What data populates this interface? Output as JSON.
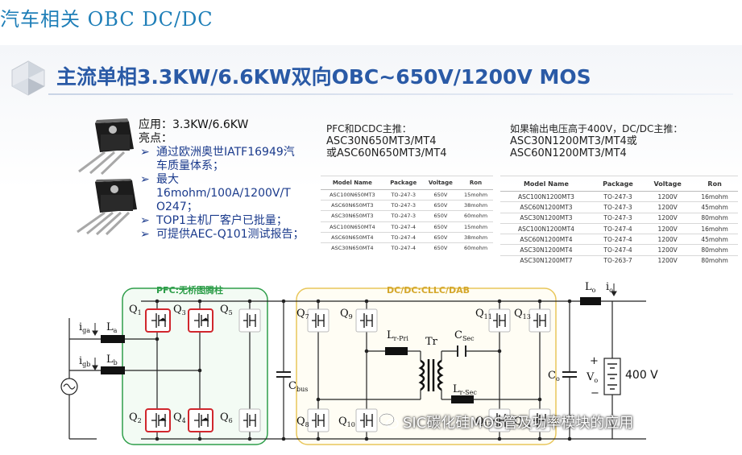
{
  "header": {
    "title": "汽车相关 OBC DC/DC"
  },
  "slide": {
    "title": "主流单相3.3KW/6.6KW双向OBC~650V/1200V MOS"
  },
  "apps": {
    "application": "应用：3.3KW/6.6KW",
    "highlights_label": "亮点：",
    "bullets": [
      [
        "通过欧洲奥世IATF16949汽",
        "车质量体系；"
      ],
      [
        "最大",
        "16mohm/100A/1200V/T",
        "O247；"
      ],
      [
        "TOP1主机厂客户已批量；"
      ],
      [
        "可提供AEC-Q101测试报告；"
      ]
    ]
  },
  "note_650": {
    "lines": [
      "PFC和DCDC主推：",
      "ASC30N650MT3/MT4",
      "或ASC60N650MT3/MT4"
    ]
  },
  "note_1200": {
    "lines": [
      "如果输出电压高于400V，DC/DC主推：",
      "ASC30N1200MT3/MT4或",
      "ASC60N1200MT3/MT4"
    ]
  },
  "table_650": {
    "headers": [
      "Model Name",
      "Package",
      "Voltage",
      "Ron"
    ],
    "rows": [
      [
        "ASC100N650MT3",
        "TO-247-3",
        "650V",
        "15mohm"
      ],
      [
        "ASC60N650MT3",
        "TO-247-3",
        "650V",
        "38mohm"
      ],
      [
        "ASC30N650MT3",
        "TO-247-3",
        "650V",
        "60mohm"
      ],
      [
        "ASC100N650MT4",
        "TO-247-4",
        "650V",
        "15mohm"
      ],
      [
        "ASC60N650MT4",
        "TO-247-4",
        "650V",
        "38mohm"
      ],
      [
        "ASC30N650MT4",
        "TO-247-4",
        "650V",
        "60mohm"
      ]
    ]
  },
  "table_1200": {
    "headers": [
      "Model Name",
      "Package",
      "Voltage",
      "Ron"
    ],
    "rows": [
      [
        "ASC100N1200MT3",
        "TO-247-3",
        "1200V",
        "16mohm"
      ],
      [
        "ASC60N1200MT3",
        "TO-247-3",
        "1200V",
        "45mohm"
      ],
      [
        "ASC30N1200MT3",
        "TO-247-3",
        "1200V",
        "80mohm"
      ],
      [
        "ASC100N1200MT4",
        "TO-247-4",
        "1200V",
        "16mohm"
      ],
      [
        "ASC60N1200MT4",
        "TO-247-4",
        "1200V",
        "45mohm"
      ],
      [
        "ASC30N1200MT4",
        "TO-247-4",
        "1200V",
        "80mohm"
      ],
      [
        "ASC30N1200MT7",
        "TO-263-7",
        "1200V",
        "80mohm"
      ]
    ]
  },
  "circuit": {
    "pfc_label": "PFC:无桥图腾柱",
    "dcdc_label": "DC/DC:CLLC/DAB",
    "i_ga": "i",
    "i_ga_sub": "ga",
    "i_gb": "i",
    "i_gb_sub": "gb",
    "l_a": "L",
    "l_a_sub": "a",
    "l_b": "L",
    "l_b_sub": "b",
    "q1": "Q",
    "q1_sub": "1",
    "q2": "Q",
    "q2_sub": "2",
    "q3": "Q",
    "q3_sub": "3",
    "q4": "Q",
    "q4_sub": "4",
    "q5": "Q",
    "q5_sub": "5",
    "q6": "Q",
    "q6_sub": "6",
    "q7": "Q",
    "q7_sub": "7",
    "q8": "Q",
    "q8_sub": "8",
    "q9": "Q",
    "q9_sub": "9",
    "q10": "Q",
    "q10_sub": "10",
    "q11": "Q",
    "q11_sub": "11",
    "q12": "Q",
    "q12_sub": "12",
    "q13": "Q",
    "q13_sub": "13",
    "q14": "Q",
    "q14_sub": "14",
    "c_bus": "C",
    "c_bus_sub": "bus",
    "l_rpri": "L",
    "l_rpri_sub": "r-Pri",
    "tr": "Tr",
    "c_sec": "C",
    "c_sec_sub": "Sec",
    "l_rsec": "L",
    "l_rsec_sub": "r-Sec",
    "l_o": "L",
    "l_o_sub": "o",
    "i_o": "i",
    "i_o_sub": "o",
    "c_o": "C",
    "c_o_sub": "o",
    "v_o": "V",
    "v_o_sub": "o",
    "plus": "+",
    "minus": "−",
    "battery": "400 V"
  },
  "watermark": {
    "text": "SIC碳化硅MOS管及功率模块的应用"
  },
  "colors": {
    "title_blue": "#2a5aa6",
    "header_blue": "#1f7fb8",
    "pfc_green": "#2e9e4a",
    "dcdc_yellow": "#e8c65a",
    "switch_red": "#d0272d"
  }
}
